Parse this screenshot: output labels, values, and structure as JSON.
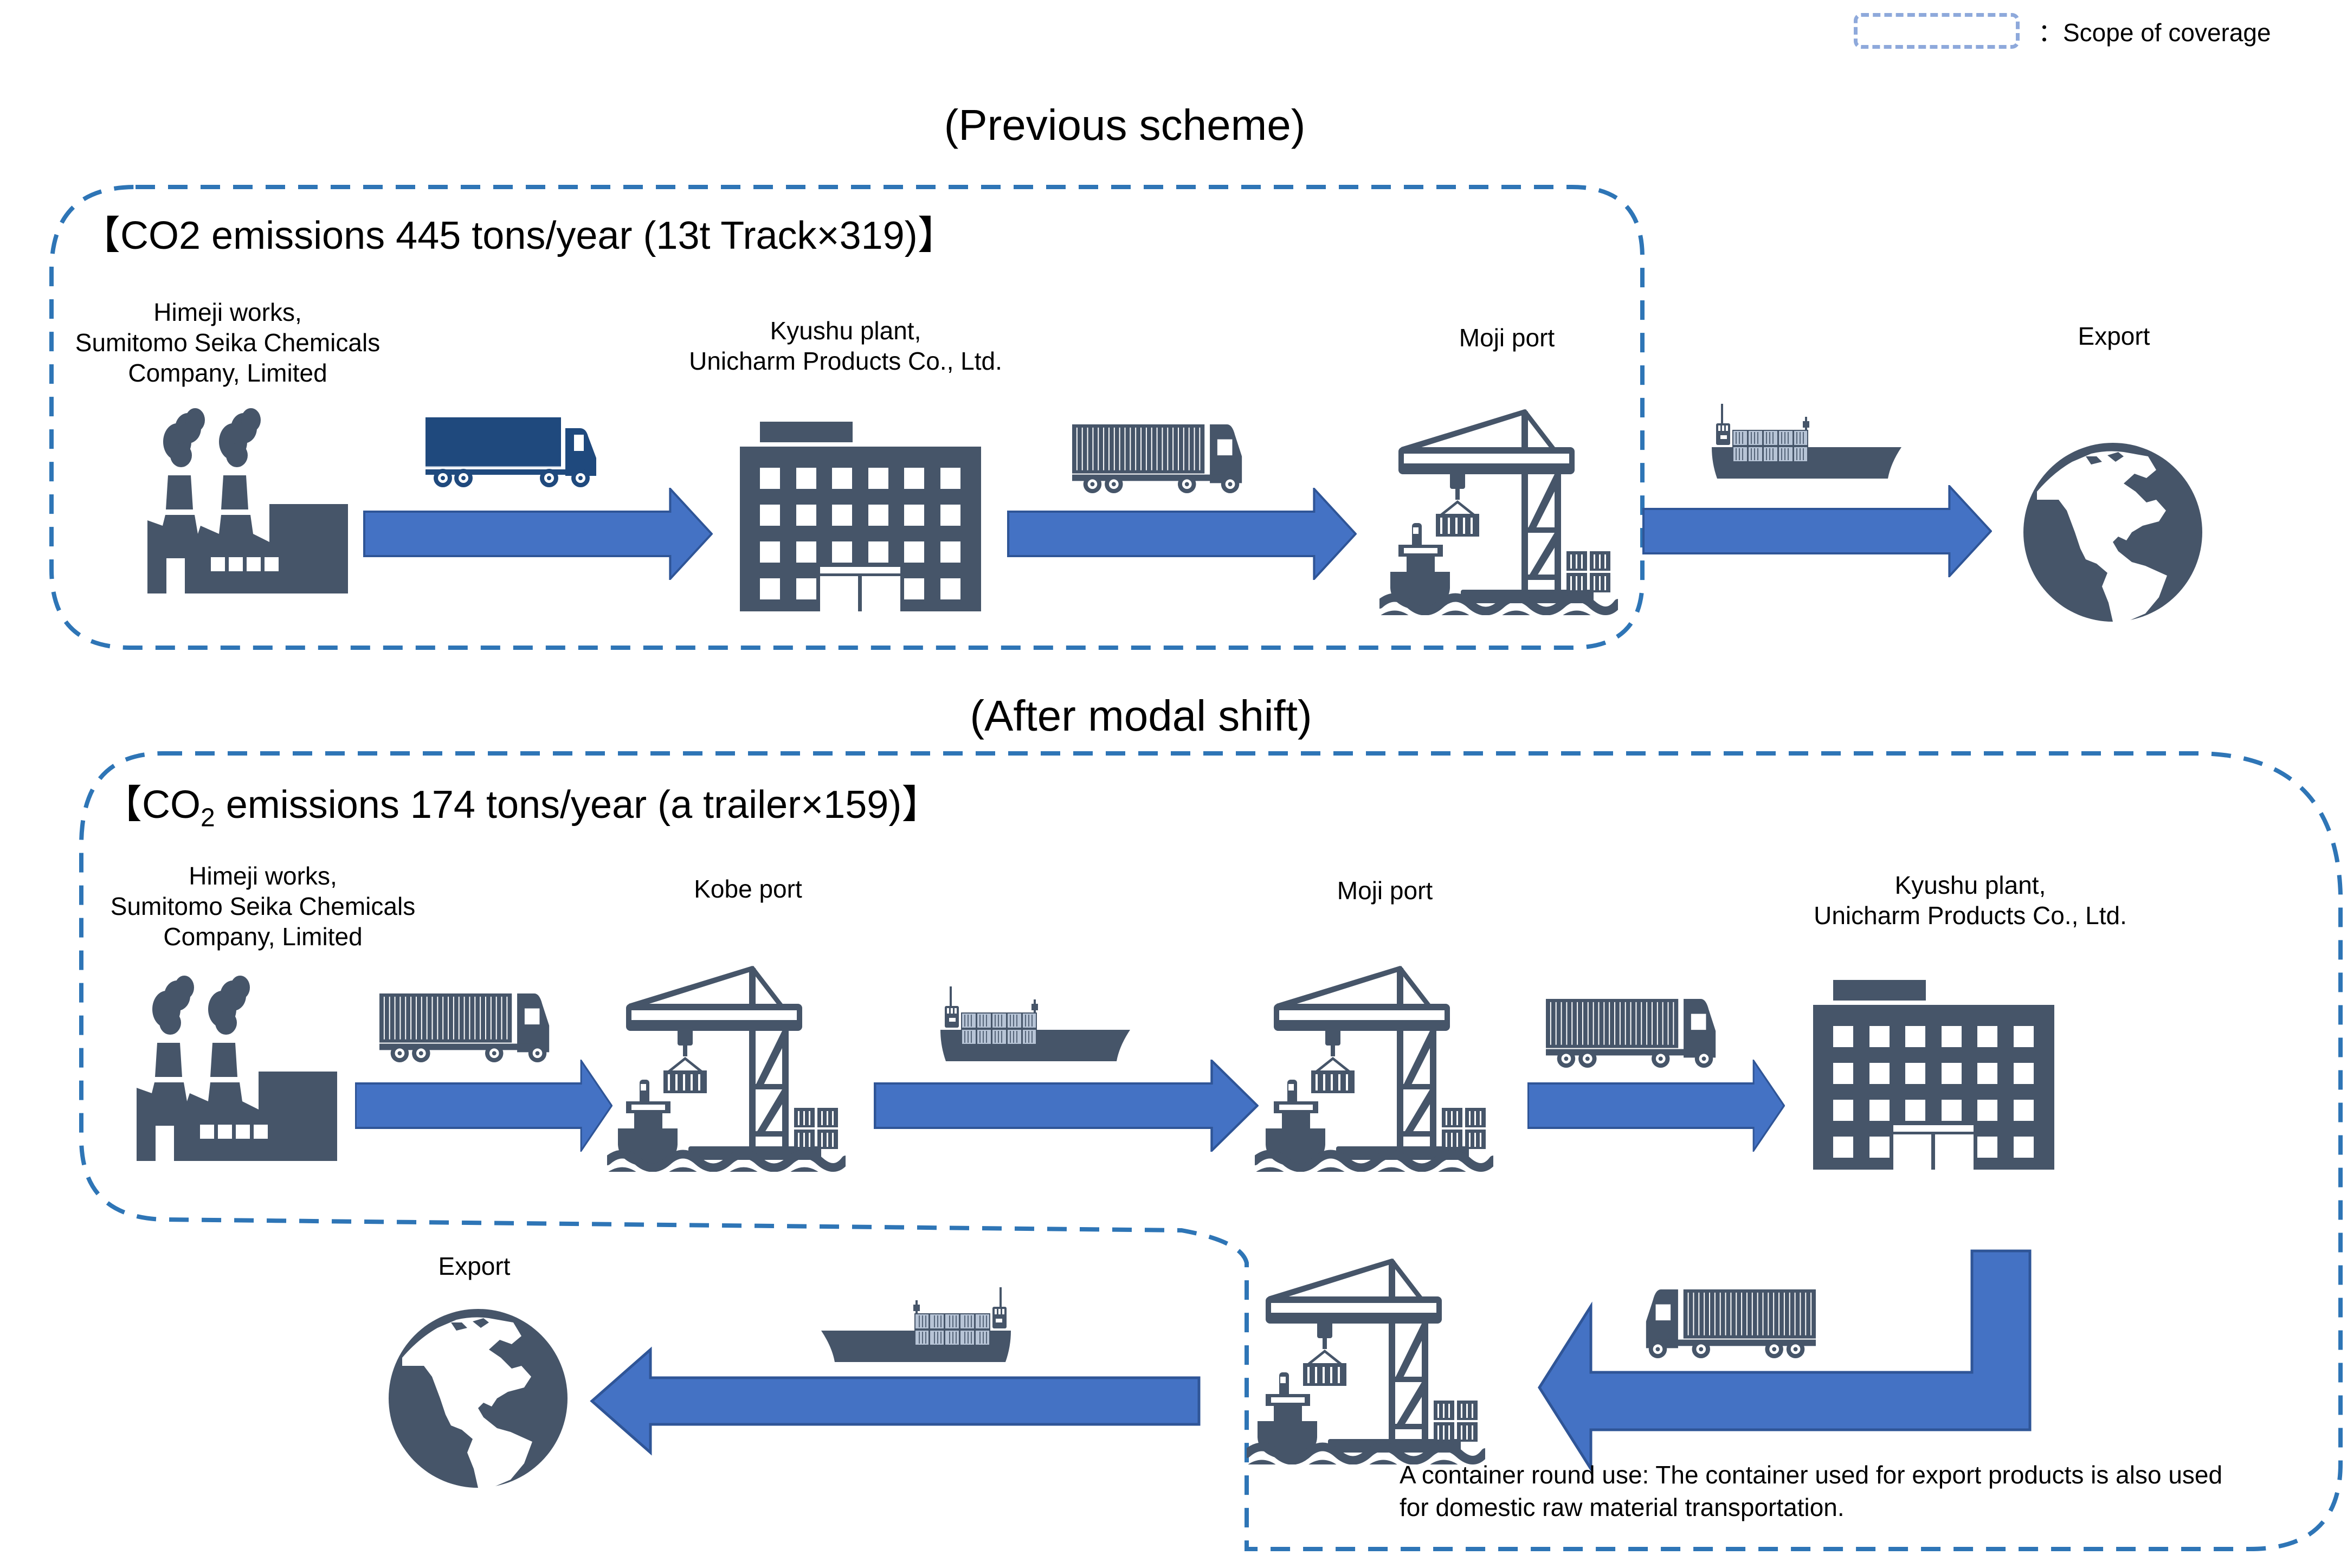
{
  "legend": {
    "text": "：Scope of coverage",
    "box_color": "#8EA9DB",
    "scope_border_color": "#2E75B6"
  },
  "colors": {
    "icon": "#465569",
    "arrow_fill": "#4472C4",
    "arrow_stroke": "#2F5597",
    "truck_blue": "#1F497D"
  },
  "previous": {
    "title": "(Previous scheme)",
    "co2": "【CO2 emissions 445 tons/year (13t Track×319)】",
    "nodes": [
      {
        "id": "himeji",
        "label": "Himeji works,\nSumitomo Seika Chemicals\nCompany, Limited",
        "icon": "factory-icon"
      },
      {
        "id": "kyushu",
        "label": "Kyushu plant,\nUnicharm Products Co., Ltd.",
        "icon": "building-icon"
      },
      {
        "id": "moji",
        "label": "Moji port",
        "icon": "port-crane-icon"
      },
      {
        "id": "export",
        "label": "Export",
        "icon": "globe-icon"
      }
    ],
    "links": [
      {
        "from": "himeji",
        "to": "kyushu",
        "vehicle": "box-truck-icon"
      },
      {
        "from": "kyushu",
        "to": "moji",
        "vehicle": "container-truck-icon"
      },
      {
        "from": "moji",
        "to": "export",
        "vehicle": "container-ship-icon"
      }
    ]
  },
  "after": {
    "title": "(After modal shift)",
    "co2_prefix": "【CO",
    "co2_sub": "2",
    "co2_suffix": " emissions 174 tons/year (a trailer×159)】",
    "nodes": [
      {
        "id": "himeji",
        "label": "Himeji works,\nSumitomo Seika Chemicals\nCompany, Limited",
        "icon": "factory-icon"
      },
      {
        "id": "kobe",
        "label": "Kobe port",
        "icon": "port-crane-icon"
      },
      {
        "id": "moji",
        "label": "Moji port",
        "icon": "port-crane-icon"
      },
      {
        "id": "kyushu",
        "label": "Kyushu plant,\nUnicharm Products Co., Ltd.",
        "icon": "building-icon"
      },
      {
        "id": "moji_return",
        "label": "",
        "icon": "port-crane-icon"
      },
      {
        "id": "export",
        "label": "Export",
        "icon": "globe-icon"
      }
    ],
    "links": [
      {
        "from": "himeji",
        "to": "kobe",
        "vehicle": "container-truck-icon"
      },
      {
        "from": "kobe",
        "to": "moji",
        "vehicle": "container-ship-icon"
      },
      {
        "from": "moji",
        "to": "kyushu",
        "vehicle": "container-truck-icon"
      },
      {
        "from": "kyushu",
        "to": "moji_return",
        "vehicle": "container-truck-icon"
      },
      {
        "from": "moji_return",
        "to": "export",
        "vehicle": "container-ship-icon"
      }
    ],
    "note": "A container round use: The container used for export products is also used\nfor domestic raw material transportation."
  }
}
